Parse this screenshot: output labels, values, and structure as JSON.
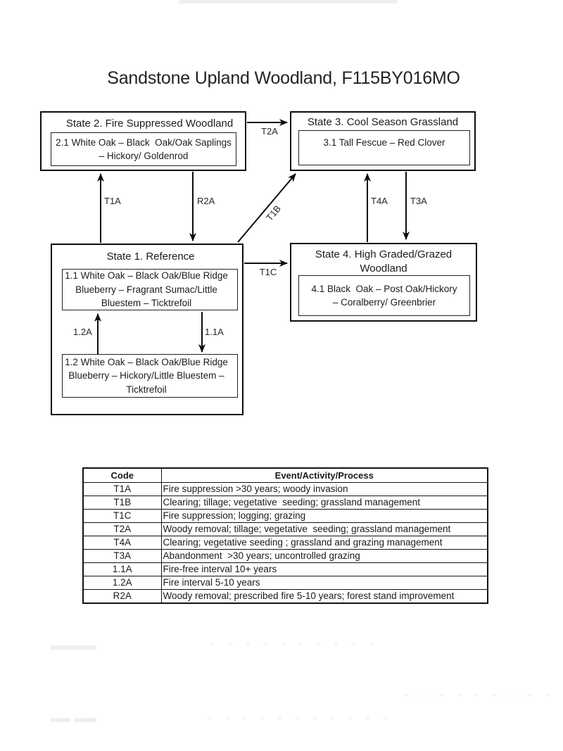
{
  "title": "Sandstone Upland Woodland, F115BY016MO",
  "states": {
    "state2": {
      "title_lines": [
        "State 2. Fire Suppressed Woodland"
      ],
      "communities": [
        {
          "lines": [
            "2.1 White Oak – Black  Oak/Oak Saplings",
            "– Hickory/ Goldenrod"
          ]
        }
      ]
    },
    "state3": {
      "title_lines": [
        "State 3. Cool Season Grassland"
      ],
      "communities": [
        {
          "lines": [
            "3.1 Tall Fescue – Red Clover"
          ]
        }
      ]
    },
    "state1": {
      "title_lines": [
        "State 1. Reference"
      ],
      "communities": [
        {
          "lines": [
            "1.1 White Oak – Black Oak/Blue Ridge",
            "Blueberry – Fragrant Sumac/Little",
            "Bluestem – Ticktrefoil"
          ]
        },
        {
          "lines": [
            "1.2 White Oak – Black Oak/Blue Ridge",
            "Blueberry – Hickory/Little Bluestem –",
            "Ticktrefoil"
          ]
        }
      ]
    },
    "state4": {
      "title_lines": [
        "State 4. High Graded/Grazed",
        "Woodland"
      ],
      "communities": [
        {
          "lines": [
            "4.1 Black  Oak – Post Oak/Hickory",
            "– Coralberry/ Greenbrier"
          ]
        }
      ]
    }
  },
  "transitions": {
    "t2a": "T2A",
    "t1a": "T1A",
    "r2a": "R2A",
    "t1b": "T1B",
    "t4a": "T4A",
    "t3a": "T3A",
    "t1c": "T1C",
    "p12a": "1.2A",
    "p11a": "1.1A"
  },
  "legend": {
    "headers": [
      "Code",
      "Event/Activity/Process"
    ],
    "rows": [
      [
        "T1A",
        "Fire suppression >30 years; woody invasion"
      ],
      [
        "T1B",
        "Clearing; tillage; vegetative  seeding; grassland management"
      ],
      [
        "T1C",
        "Fire suppression; logging; grazing"
      ],
      [
        "T2A",
        "Woody removal; tillage; vegetative  seeding; grassland management"
      ],
      [
        "T4A",
        "Clearing; vegetative seeding ; grassland and grazing management"
      ],
      [
        "T3A",
        "Abandonment  >30 years; uncontrolled grazing"
      ],
      [
        "1.1A",
        "Fire-free interval 10+ years"
      ],
      [
        "1.2A",
        "Fire interval 5-10 years"
      ],
      [
        "R2A",
        "Woody removal; prescribed fire 5-10 years; forest stand improvement"
      ]
    ]
  }
}
